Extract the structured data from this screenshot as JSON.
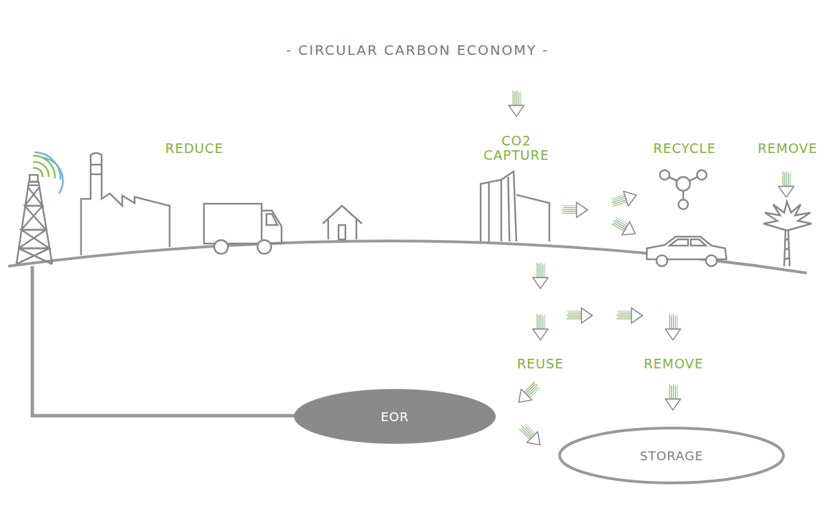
{
  "diagram": {
    "title": "- CIRCULAR CARBON ECONOMY -",
    "nodes": [
      {
        "text": [
          "EOR"
        ]
      },
      {
        "text": [
          "STORAGE"
        ]
      }
    ],
    "labels": [
      "REDUCE",
      "CO2 CAPTURE",
      "RECYCLE",
      "REMOVE",
      "REUSE",
      "REMOVE"
    ]
  }
}
